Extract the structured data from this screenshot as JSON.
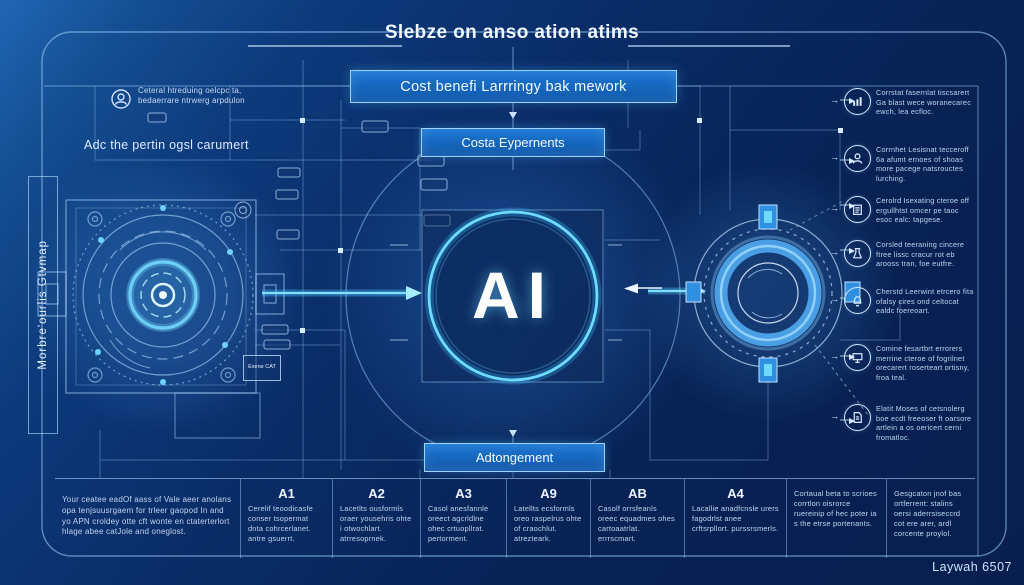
{
  "title": "Slebze on anso ation atims",
  "banner": "Cost benefi Larrringy bak mework",
  "top_box": "Costa Eypernents",
  "bottom_box": "Adtongement",
  "center_label": "AI",
  "left_panel": {
    "vertical_label": "Morbre'ourlis Gtvmap",
    "note": "Ceteral htreduing oelcpc ta, bedaerrare ntrwerg arpdulon",
    "subnote": "Adc the pertin ogsl carumert",
    "component_label": "Exene CAT"
  },
  "right_sidebar": {
    "items": [
      {
        "icon": "bar-chart-icon",
        "text": "Corrstat fasernlat tiscsarert Ga blast wece woranecarec ewch, lea ecfloc."
      },
      {
        "icon": "person-icon",
        "text": "Corrnhet Lesisnat tecceroff 6a afumt ernoes of shoas more pacege natsrouctes lurching."
      },
      {
        "icon": "clipboard-icon",
        "text": "Cerolrd Isexating cteroe off ergullhtst omcer pe taoc esoc ealc: tapgese."
      },
      {
        "icon": "flask-icon",
        "text": "Corsled teeraning cincere ftree lissc cracur rot eb arooss tran, foe eutfre."
      },
      {
        "icon": "bell-icon",
        "text": "Cherstd Leerwint etrcero fita ofalsy cires ond celtocat ealdc foereoart."
      },
      {
        "icon": "monitor-icon",
        "text": "Comine fesartbrt errorers merrine cteroe of fogrilnet orecarert roserteart ortisny, froa teal."
      },
      {
        "icon": "document-icon",
        "text": "Elatit Moses of cetsnolerg boe ecdt freeoser ft oarsore artlein a os oericert cerni fromatloc."
      }
    ]
  },
  "bottom_table": {
    "columns": [
      {
        "header": "",
        "text": "Your ceatee eadOf aass of Vale aeer anolans opa tenjsuusrgaem for trleer gaopod In and yo APN croldey otte cft wonte en ctaterterlort hlage abee catJole and oneglost."
      },
      {
        "header": "A1",
        "text": "Cerelif teoodicasfe conser tsopermat dnta cohrcerlanet. antre gsuerrt."
      },
      {
        "header": "A2",
        "text": "Lacetlts ousformls oraer yousehris ohte i otwochlart. atrresoprnek."
      },
      {
        "header": "A3",
        "text": "Casol anesfannle oreect agcrldlne ohec crtuopllrat. pertorment."
      },
      {
        "header": "A9",
        "text": "Latellts ecsformls oreo raspelrus ohte of craochlut. atrezteark."
      },
      {
        "header": "AB",
        "text": "Casolf orrsfeanls oreec equadmes ohes cartoaatrlat. errrscmart."
      },
      {
        "header": "A4",
        "text": "Lacallie anadfcnsle urers fagodrlst anee crftsrpllort. purssrsmerls."
      },
      {
        "header": "",
        "text": "Cortaual beta to scrioes corrtlon oisrorce ruereinip of hec poter ia s the etrse portenants."
      },
      {
        "header": "",
        "text": "Gesgcaton jnof bas ortferrent: stalins oersi aderrsiseccrd cot ere arer, ardl corcente proylol."
      }
    ]
  },
  "signature": "Laywah 6507",
  "colors": {
    "accent_cyan": "#4fd6ff",
    "panel_blue": "#1668c4",
    "line_blue": "#9ec7f0",
    "background": "#0a2a63",
    "text_light": "#cfe2ff"
  }
}
